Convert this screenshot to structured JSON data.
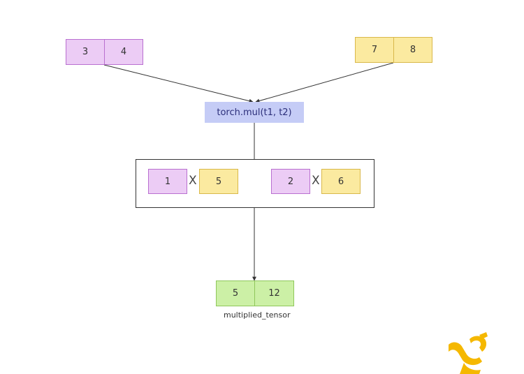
{
  "tensor_t1": {
    "values": [
      "3",
      "4"
    ]
  },
  "tensor_t2": {
    "values": [
      "7",
      "8"
    ]
  },
  "operation": {
    "label": "torch.mul(t1, t2)"
  },
  "elementwise": {
    "pairs": [
      {
        "left": "1",
        "op": "X",
        "right": "5"
      },
      {
        "left": "2",
        "op": "X",
        "right": "6"
      }
    ]
  },
  "result": {
    "values": [
      "5",
      "12"
    ],
    "caption": "multiplied_tensor"
  },
  "colors": {
    "t1": "#ecccf5",
    "t2": "#fbeaa0",
    "op_node": "#c5ccf6",
    "result": "#ccf0a6",
    "logo": "#f5b800"
  },
  "icons": {
    "logo": "logo-icon"
  }
}
